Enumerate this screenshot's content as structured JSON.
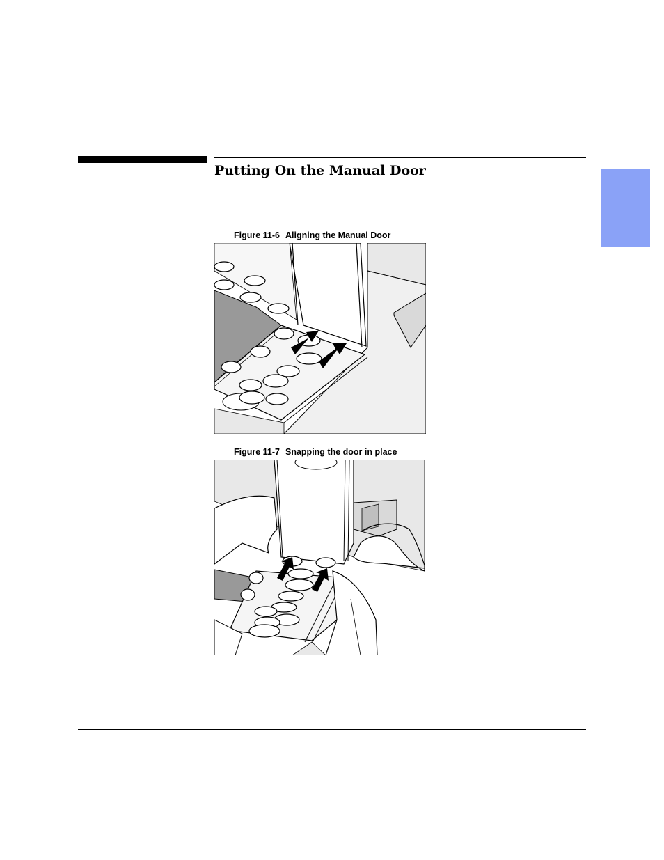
{
  "section": {
    "title": "Putting On the Manual Door"
  },
  "figures": [
    {
      "number": "Figure 11-6",
      "caption": "Aligning the Manual Door"
    },
    {
      "number": "Figure 11-7",
      "caption": "Snapping the door in place"
    }
  ],
  "colors": {
    "side_tab": "#8aa2f7",
    "rule": "#000000",
    "illustration_gray": "#e8e8e8",
    "panel_dark": "#999999"
  },
  "icons": {
    "arrows": "arrow-icon",
    "buttons": "panel-button-icon"
  }
}
